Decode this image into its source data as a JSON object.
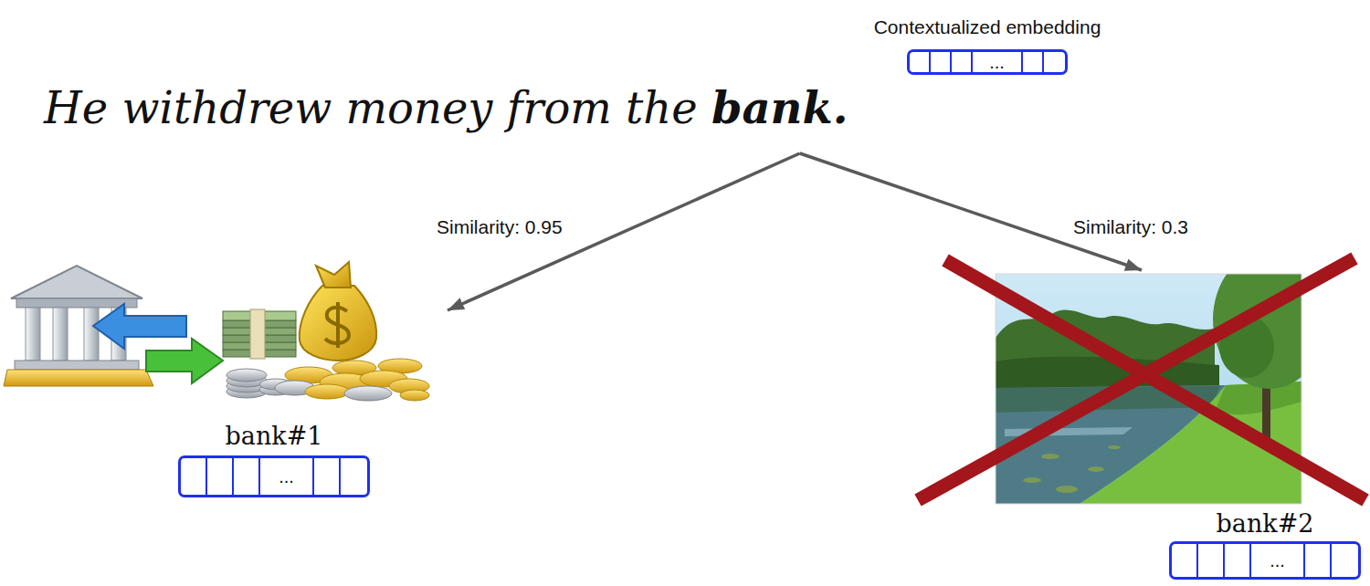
{
  "diagram": {
    "nodes": [
      {
        "text": [
          "Contextualized embedding",
          "..."
        ]
      },
      {
        "text": [
          "He withdrew money from the bank."
        ]
      },
      {
        "text": [
          "bank#1",
          "..."
        ]
      },
      {
        "text": [
          "bank#2",
          "..."
        ]
      }
    ],
    "edges": [
      {
        "from": 1,
        "to": 2,
        "arrow": "to",
        "label": "Similarity: 0.95"
      },
      {
        "from": 1,
        "to": 3,
        "arrow": "to",
        "label": "Similarity: 0.3"
      }
    ]
  }
}
